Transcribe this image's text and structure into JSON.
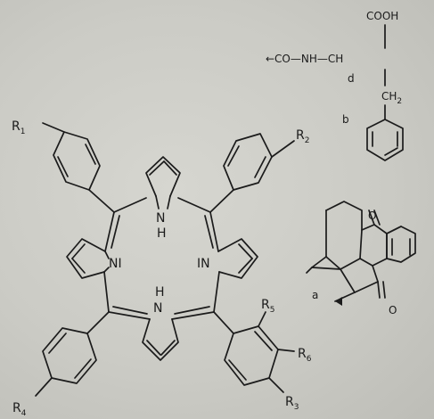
{
  "porphyrin": {
    "substituents": [
      "R",
      "R",
      "R",
      "R",
      "R",
      "R"
    ],
    "substituent_subscripts": [
      "1",
      "2",
      "3",
      "4",
      "5",
      "6"
    ],
    "nh_top": "H",
    "nh_top_n": "N",
    "nh_bottom": "H",
    "nh_bottom_n": "N",
    "n_left": "NI",
    "n_right": "IN"
  },
  "amino_acid": {
    "cooh": "COOH",
    "chain": "←CO—NH—CH",
    "ch2": "CH",
    "ch2_sub": "2",
    "label": "b",
    "extra": "d"
  },
  "quinone": {
    "oxygen_top": "O",
    "oxygen_bottom": "O",
    "label": "a"
  }
}
